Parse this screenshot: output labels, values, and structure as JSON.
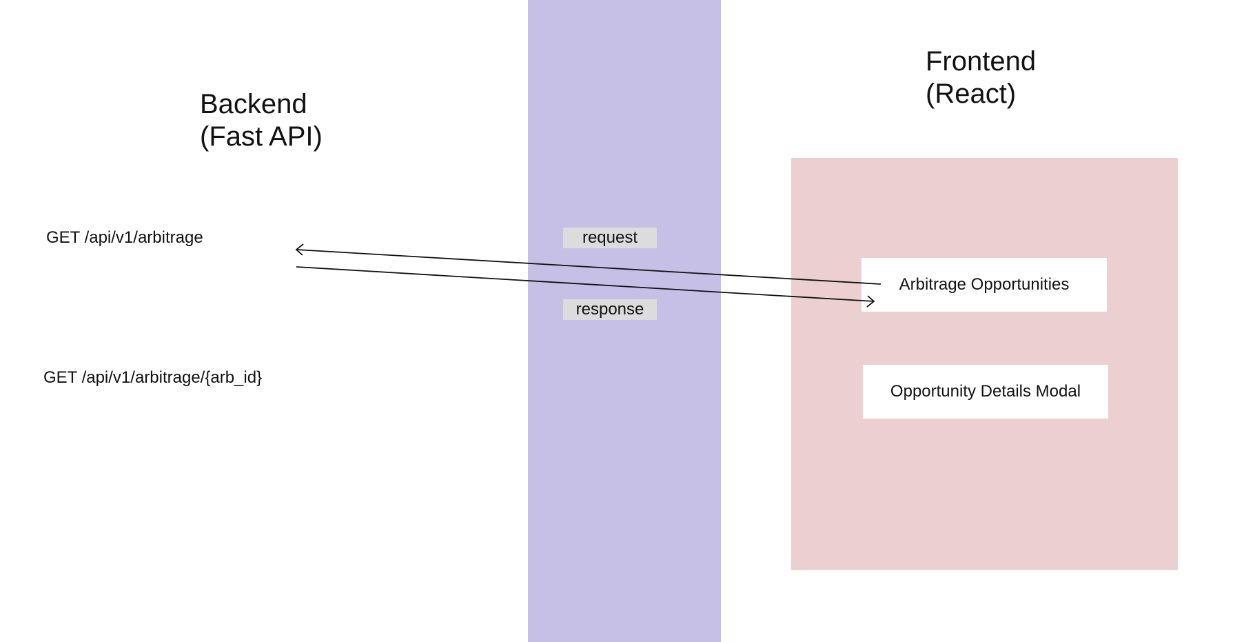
{
  "colors": {
    "middleware_band": "#c6c0e6",
    "frontend_panel": "#ecd0d1",
    "tag_background": "#dcdcdc",
    "arrow": "#111111"
  },
  "backend": {
    "title": "Backend\n(Fast API)",
    "endpoints": [
      "GET /api/v1/arbitrage",
      "GET /api/v1/arbitrage/{arb_id}"
    ]
  },
  "middle": {
    "request_label": "request",
    "response_label": "response"
  },
  "frontend": {
    "title": "Frontend\n(React)",
    "components": [
      "Arbitrage Opportunities",
      "Opportunity Details Modal"
    ]
  }
}
